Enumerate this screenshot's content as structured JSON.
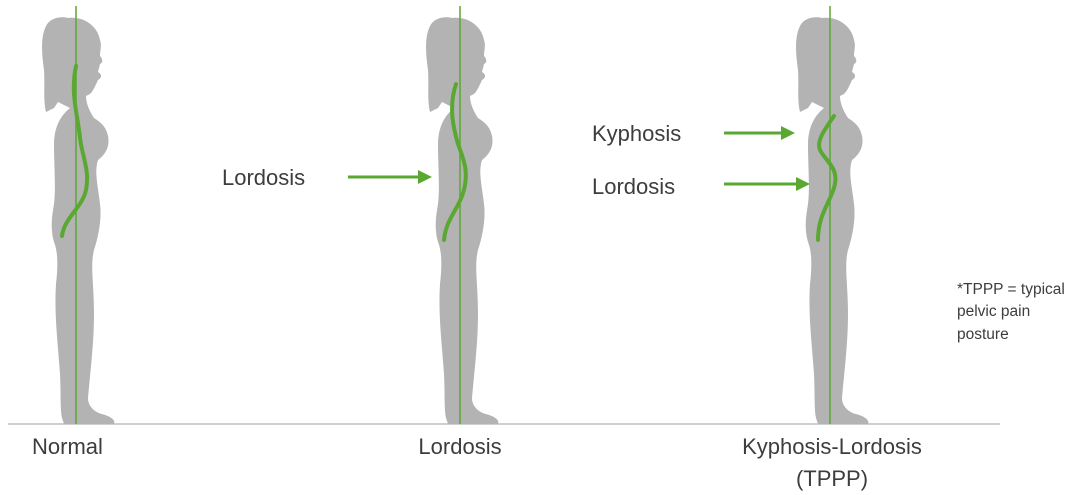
{
  "figures": [
    {
      "caption_line1": "Normal",
      "caption_line2": ""
    },
    {
      "caption_line1": "Lordosis",
      "caption_line2": ""
    },
    {
      "caption_line1": "Kyphosis-Lordosis",
      "caption_line2": "(TPPP)"
    }
  ],
  "arrow_labels": {
    "lordosis_middle": "Lordosis",
    "kyphosis_right": "Kyphosis",
    "lordosis_right": "Lordosis"
  },
  "footnote": "*TPPP = typical\npelvic pain\nposture",
  "colors": {
    "silhouette": "#b3b3b3",
    "spine": "#5aa832",
    "plumb_line": "#5aa832",
    "ground": "#cfcfcf",
    "text": "#3d3d3d"
  }
}
